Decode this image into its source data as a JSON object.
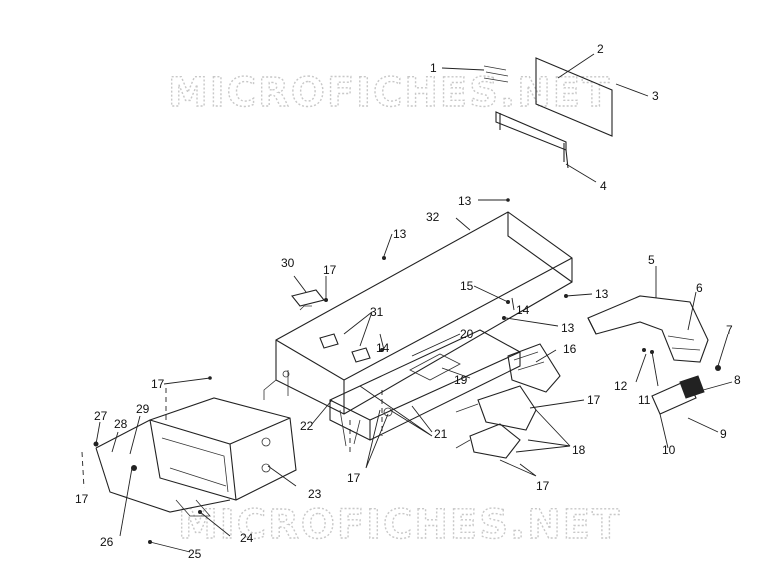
{
  "watermark": {
    "top": "MICROFICHES.NET",
    "bottom": "MICROFICHES.NET"
  },
  "callouts": [
    "1",
    "2",
    "3",
    "4",
    "5",
    "6",
    "7",
    "8",
    "9",
    "10",
    "11",
    "12",
    "13",
    "14",
    "15",
    "16",
    "17",
    "18",
    "19",
    "20",
    "21",
    "22",
    "23",
    "24",
    "25",
    "26",
    "27",
    "28",
    "29",
    "30",
    "31",
    "32"
  ],
  "extra_callouts": {
    "n13b": "13",
    "n13c": "13",
    "n13d": "13",
    "n14b": "14",
    "n17b": "17",
    "n17c": "17",
    "n17d": "17",
    "n17e": "17",
    "n17f": "17"
  }
}
